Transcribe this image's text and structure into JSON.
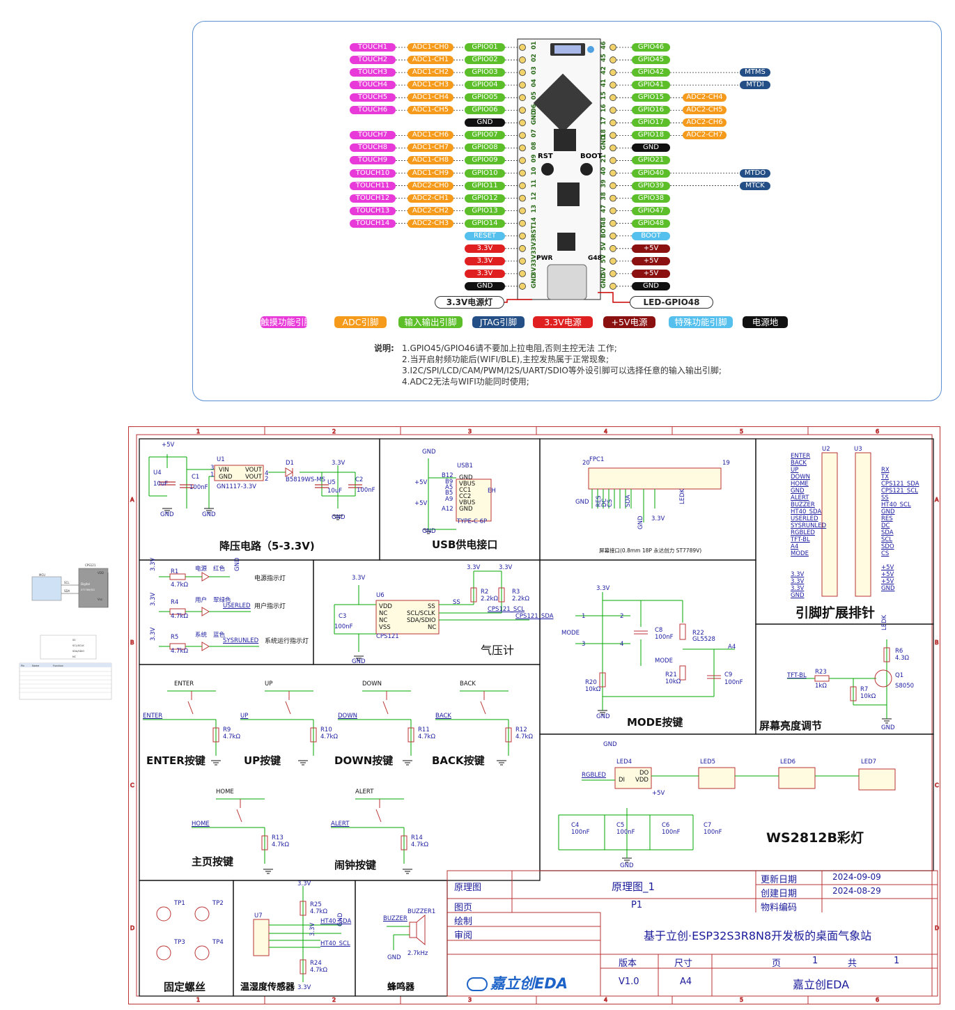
{
  "pinout": {
    "left_rows": [
      {
        "touch": "TOUCH1",
        "adc": "ADC1-CH0",
        "gpio": "GPIO01",
        "num": "01"
      },
      {
        "touch": "TOUCH2",
        "adc": "ADC1-CH1",
        "gpio": "GPIO02",
        "num": "02"
      },
      {
        "touch": "TOUCH3",
        "adc": "ADC1-CH2",
        "gpio": "GPIO03",
        "num": "03"
      },
      {
        "touch": "TOUCH4",
        "adc": "ADC1-CH3",
        "gpio": "GPIO04",
        "num": "04"
      },
      {
        "touch": "TOUCH5",
        "adc": "ADC1-CH4",
        "gpio": "GPIO05",
        "num": "05"
      },
      {
        "touch": "TOUCH6",
        "adc": "ADC1-CH5",
        "gpio": "GPIO06",
        "num": "06"
      },
      {
        "touch": "",
        "adc": "",
        "gpio": "GND",
        "num": "GND"
      },
      {
        "touch": "TOUCH7",
        "adc": "ADC1-CH6",
        "gpio": "GPIO07",
        "num": "07"
      },
      {
        "touch": "TOUCH8",
        "adc": "ADC1-CH7",
        "gpio": "GPIO08",
        "num": "08"
      },
      {
        "touch": "TOUCH9",
        "adc": "ADC1-CH8",
        "gpio": "GPIO09",
        "num": "09"
      },
      {
        "touch": "TOUCH10",
        "adc": "ADC1-CH9",
        "gpio": "GPIO10",
        "num": "10"
      },
      {
        "touch": "TOUCH11",
        "adc": "ADC2-CH0",
        "gpio": "GPIO11",
        "num": "11"
      },
      {
        "touch": "TOUCH12",
        "adc": "ADC2-CH1",
        "gpio": "GPIO12",
        "num": "12"
      },
      {
        "touch": "TOUCH13",
        "adc": "ADC2-CH2",
        "gpio": "GPIO13",
        "num": "13"
      },
      {
        "touch": "TOUCH14",
        "adc": "ADC2-CH3",
        "gpio": "GPIO14",
        "num": "14"
      },
      {
        "touch": "",
        "adc": "",
        "gpio": "RESET",
        "num": "RST"
      },
      {
        "touch": "",
        "adc": "",
        "gpio": "3.3V",
        "num": "3V3"
      },
      {
        "touch": "",
        "adc": "",
        "gpio": "3.3V",
        "num": "3V3"
      },
      {
        "touch": "",
        "adc": "",
        "gpio": "3.3V",
        "num": "3V3"
      },
      {
        "touch": "",
        "adc": "",
        "gpio": "GND",
        "num": "GND"
      }
    ],
    "right_rows": [
      {
        "gpio": "GPIO46",
        "extra": "",
        "jtag": "",
        "num": "46"
      },
      {
        "gpio": "GPIO45",
        "extra": "",
        "jtag": "",
        "num": "45"
      },
      {
        "gpio": "GPIO42",
        "extra": "",
        "jtag": "MTMS",
        "num": "42"
      },
      {
        "gpio": "GPIO41",
        "extra": "",
        "jtag": "MTDI",
        "num": "41"
      },
      {
        "gpio": "GPIO15",
        "extra": "ADC2-CH4",
        "jtag": "",
        "num": "15"
      },
      {
        "gpio": "GPIO16",
        "extra": "ADC2-CH5",
        "jtag": "",
        "num": "16"
      },
      {
        "gpio": "GPIO17",
        "extra": "ADC2-CH6",
        "jtag": "",
        "num": "17"
      },
      {
        "gpio": "GPIO18",
        "extra": "ADC2-CH7",
        "jtag": "",
        "num": "18"
      },
      {
        "gpio": "GND",
        "extra": "",
        "jtag": "",
        "num": "GND"
      },
      {
        "gpio": "GPIO21",
        "extra": "",
        "jtag": "",
        "num": "21"
      },
      {
        "gpio": "GPIO40",
        "extra": "",
        "jtag": "MTDO",
        "num": "40"
      },
      {
        "gpio": "GPIO39",
        "extra": "",
        "jtag": "MTCK",
        "num": "39"
      },
      {
        "gpio": "GPIO38",
        "extra": "",
        "jtag": "",
        "num": "38"
      },
      {
        "gpio": "GPIO47",
        "extra": "",
        "jtag": "",
        "num": "47"
      },
      {
        "gpio": "GPIO48",
        "extra": "",
        "jtag": "",
        "num": "48"
      },
      {
        "gpio": "BOOT",
        "extra": "",
        "jtag": "",
        "num": "BOT"
      },
      {
        "gpio": "+5V",
        "extra": "",
        "jtag": "",
        "num": "5V"
      },
      {
        "gpio": "+5V",
        "extra": "",
        "jtag": "",
        "num": "5V"
      },
      {
        "gpio": "+5V",
        "extra": "",
        "jtag": "",
        "num": "5V"
      },
      {
        "gpio": "GND",
        "extra": "",
        "jtag": "",
        "num": "GND"
      }
    ],
    "board_labels": {
      "rst": "RST",
      "boot": "BOOT",
      "pwr": "PWR",
      "g48": "G48"
    },
    "callout_left": "3.3V电源灯",
    "callout_right": "LED-GPIO48",
    "legend": [
      "触摸功能引脚",
      "ADC引脚",
      "输入输出引脚",
      "JTAG引脚",
      "3.3V电源",
      "+5V电源",
      "特殊功能引脚",
      "电源地"
    ],
    "notes_label": "说明:",
    "notes": [
      "1.GPIO45/GPIO46请不要加上拉电阻,否则主控无法 工作;",
      "2.当开启射频功能后(WIFI/BLE),主控发热属于正常现象;",
      "3.I2C/SPI/LCD/CAM/PWM/I2S/UART/SDIO等外设引脚可以选择任意的输入输出引脚;",
      "4.ADC2无法与WIFI功能同时使用;"
    ],
    "colors": {
      "touch": "#e83ad8",
      "adc": "#f59a1a",
      "gpio": "#5cbf2a",
      "jtag": "#244f86",
      "v33": "#e02020",
      "v5": "#8b1010",
      "special": "#55c0ee",
      "gnd": "#111111"
    }
  },
  "schematic": {
    "col_labels": [
      "1",
      "2",
      "3",
      "4",
      "5",
      "6"
    ],
    "row_labels": [
      "A",
      "B",
      "C",
      "D"
    ],
    "sections": {
      "buck": {
        "title": "降压电路（5-3.3V)",
        "labels": [
          "+5V",
          "U1",
          "VIN",
          "VOUT",
          "GND",
          "VOUT",
          "GN1117-3.3V",
          "D1",
          "B5819WS-MS",
          "3.3V",
          "U4",
          "10uF",
          "C1",
          "100nF",
          "U5",
          "10uF",
          "C2",
          "100nF",
          "GND",
          "GND",
          "GND",
          "3",
          "1",
          "4",
          "2"
        ]
      },
      "usb": {
        "title": "USB供电接口",
        "labels": [
          "GND",
          "USB1",
          "B12",
          "GND",
          "B9",
          "VBUS",
          "A5",
          "CC1",
          "B5",
          "CC2",
          "A9",
          "VBUS",
          "A12",
          "GND",
          "EH",
          "TYPE-C 6P",
          "+5V",
          "+5V",
          "GND"
        ]
      },
      "screen": {
        "title": "屏幕接口(0.8mm 18P 永达创力 ST7789V)",
        "labels": [
          "FPC1",
          "20",
          "19",
          "GND",
          "3.3V",
          "GND",
          "RES",
          "DC",
          "CS",
          "SDA",
          "LEDK"
        ]
      },
      "headers": {
        "title": "引脚扩展排针",
        "u2": "U2",
        "u3": "U3",
        "u2_nets": [
          "ENTER",
          "BACK",
          "UP",
          "DOWN",
          "HOME",
          "GND",
          "ALERT",
          "BUZZER",
          "HT40_SDA",
          "USERLED",
          "SYSRUNLED",
          "RGBLED",
          "TFT-BL",
          "A4",
          "MODE",
          "",
          "",
          "3.3V",
          "3.3V",
          "3.3V",
          "GND"
        ],
        "u3_nets": [
          "RX",
          "TX",
          "CPS121_SDA",
          "CPS121_SCL",
          "SS",
          "HT40_SCL",
          "GND",
          "RES",
          "DC",
          "SDA",
          "SCL",
          "SDO",
          "CS",
          "",
          "+5V",
          "+5V",
          "+5V",
          "GND"
        ]
      },
      "leds": {
        "labels": [
          "3.3V",
          "R1",
          "4.7kΩ",
          "电源",
          "红色",
          "电源指示灯",
          "3.3V",
          "R4",
          "4.7kΩ",
          "用户",
          "翠绿色",
          "USERLED",
          "用户指示灯",
          "3.3V",
          "R5",
          "4.7kΩ",
          "系统",
          "蓝色",
          "SYSRUNLED",
          "系统运行指示灯",
          "GND"
        ]
      },
      "baro": {
        "title": "气压计",
        "labels": [
          "3.3V",
          "U6",
          "VDD",
          "NC",
          "NC",
          "VSS",
          "SS",
          "SCL/SCLK",
          "SDA/SDIO",
          "NC",
          "SS",
          "C3",
          "100nF",
          "CPS121",
          "GND",
          "3.3V",
          "3.3V",
          "R2",
          "2.2kΩ",
          "R3",
          "2.2kΩ",
          "CPS121_SCL",
          "CPS121_SDA"
        ]
      },
      "mode": {
        "title": "MODE按键",
        "labels": [
          "3.3V",
          "1",
          "2",
          "3",
          "4",
          "MODE",
          "C8",
          "100nF",
          "R22",
          "GL5528",
          "A4",
          "MODE",
          "R20",
          "10kΩ",
          "R21",
          "10kΩ",
          "C9",
          "100nF",
          "GND"
        ]
      },
      "backlight": {
        "title": "屏幕亮度调节",
        "labels": [
          "LEDK",
          "R6",
          "4.3Ω",
          "TFT-BL",
          "R23",
          "1kΩ",
          "Q1",
          "S8050",
          "R7",
          "10kΩ",
          "GND"
        ]
      },
      "keys": [
        {
          "title": "ENTER按键",
          "net": "ENTER",
          "r": "R9",
          "rv": "4.7kΩ"
        },
        {
          "title": "UP按键",
          "net": "UP",
          "r": "R10",
          "rv": "4.7kΩ"
        },
        {
          "title": "DOWN按键",
          "net": "DOWN",
          "r": "R11",
          "rv": "4.7kΩ"
        },
        {
          "title": "BACK按键",
          "net": "BACK",
          "r": "R12",
          "rv": "4.7kΩ"
        },
        {
          "title": "主页按键",
          "net": "HOME",
          "r": "R13",
          "rv": "4.7kΩ"
        },
        {
          "title": "闹钟按键",
          "net": "ALERT",
          "r": "R14",
          "rv": "4.7kΩ"
        }
      ],
      "ws2812": {
        "title": "WS2812B彩灯",
        "leds": [
          "LED4",
          "LED5",
          "LED6",
          "LED7"
        ],
        "net": "RGBLED",
        "caps": [
          [
            "C4",
            "100nF"
          ],
          [
            "C5",
            "100nF"
          ],
          [
            "C6",
            "100nF"
          ],
          [
            "C7",
            "100nF"
          ]
        ],
        "labels": [
          "GND",
          "DO",
          "DI",
          "VDD",
          "+5V",
          "GND"
        ]
      },
      "screws": {
        "title": "固定螺丝",
        "tps": [
          "TP1",
          "TP2",
          "TP3",
          "TP4"
        ]
      },
      "humid": {
        "title": "温湿度传感器",
        "labels": [
          "3.3V",
          "U7",
          "R25",
          "4.7kΩ",
          "HT40_SDA",
          "HT40_SCL",
          "R24",
          "4.7kΩ",
          "3.3V",
          "GND",
          "3.3V"
        ]
      },
      "buzzer": {
        "title": "蜂鸣器",
        "labels": [
          "BUZZER",
          "BUZZER1",
          "2.7kHz",
          "GND"
        ]
      }
    },
    "titleblock": {
      "r1_label": "原理图",
      "r1_val": "原理图_1",
      "update_label": "更新日期",
      "update_val": "2024-09-09",
      "create_label": "创建日期",
      "create_val": "2024-08-29",
      "page_label": "图页",
      "page_val": "P1",
      "part_label": "物料编码",
      "draw_label": "绘制",
      "review_label": "审阅",
      "title": "基于立创·ESP32S3R8N8开发板的桌面气象站",
      "ver_label": "版本",
      "size_label": "尺寸",
      "pages_label": "页",
      "page_num": "1",
      "total_label": "共",
      "total_num": "1",
      "ver_val": "V1.0",
      "size_val": "A4",
      "company": "嘉立创EDA",
      "logo": "嘉立创EDA"
    }
  },
  "thumbnail": {
    "labels": [
      "MCU",
      "CPS121",
      "Digital",
      "ST7789/SCI",
      "VDD",
      "Vss",
      "SCL",
      "SDA",
      "SS",
      "SCL/SCLK",
      "SDA/SDIO",
      "NC",
      "Pin",
      "Name",
      "Function"
    ]
  }
}
